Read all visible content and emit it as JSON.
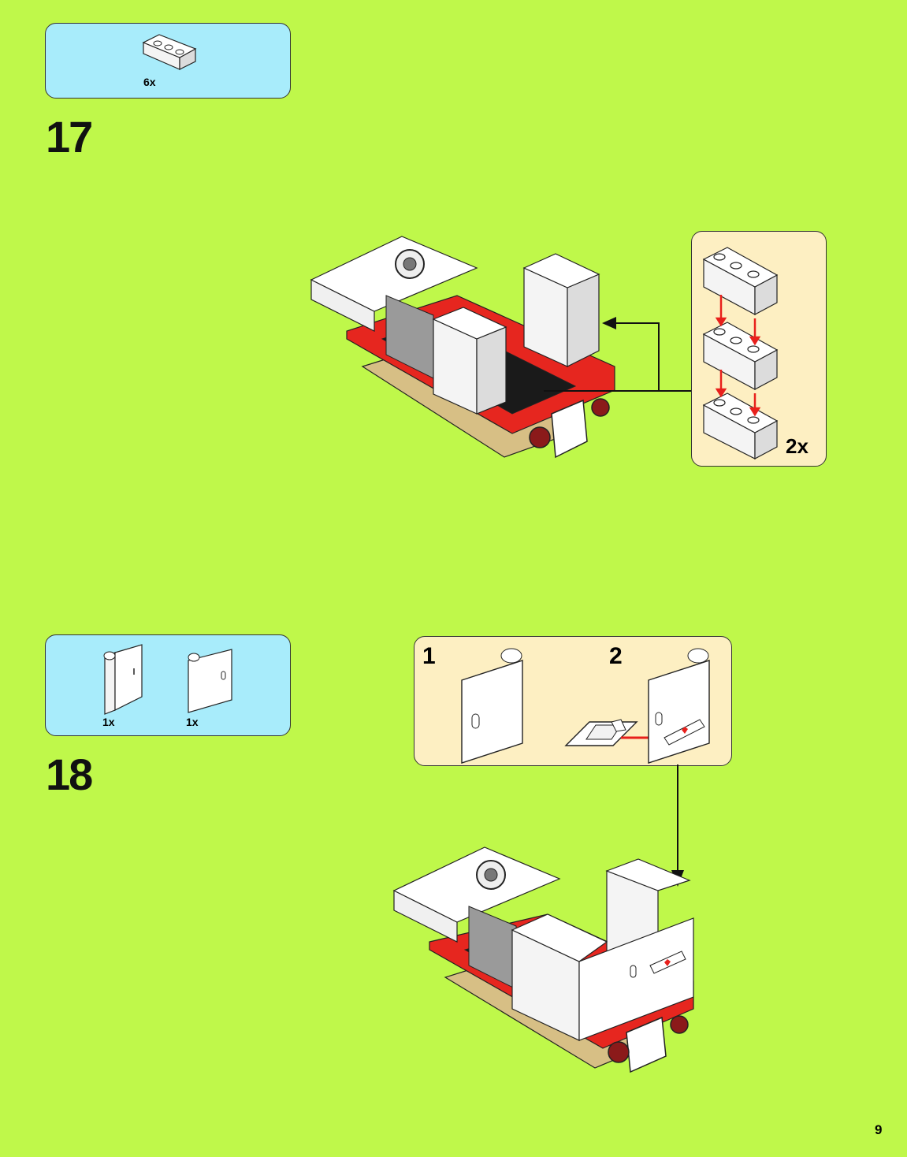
{
  "page": {
    "number": "9",
    "background": "#bff84a"
  },
  "step17": {
    "number": "17",
    "parts": [
      {
        "name": "white-brick-1x3-icon",
        "qty": "6x",
        "color": "#ffffff"
      }
    ],
    "callout": {
      "qty": "2x",
      "description": "stack of three white bricks"
    }
  },
  "step18": {
    "number": "18",
    "parts": [
      {
        "name": "white-door-frame-icon",
        "qty": "1x",
        "color": "#ffffff"
      },
      {
        "name": "white-door-icon",
        "qty": "1x",
        "color": "#ffffff"
      }
    ],
    "callout": {
      "sub1": "1",
      "sub2": "2"
    }
  },
  "colors": {
    "red": "#e6261f",
    "white": "#ffffff",
    "gray": "#8f8f8f",
    "black": "#1a1a1a",
    "tan": "#d7bf85",
    "arrow_red": "#e8201c"
  }
}
